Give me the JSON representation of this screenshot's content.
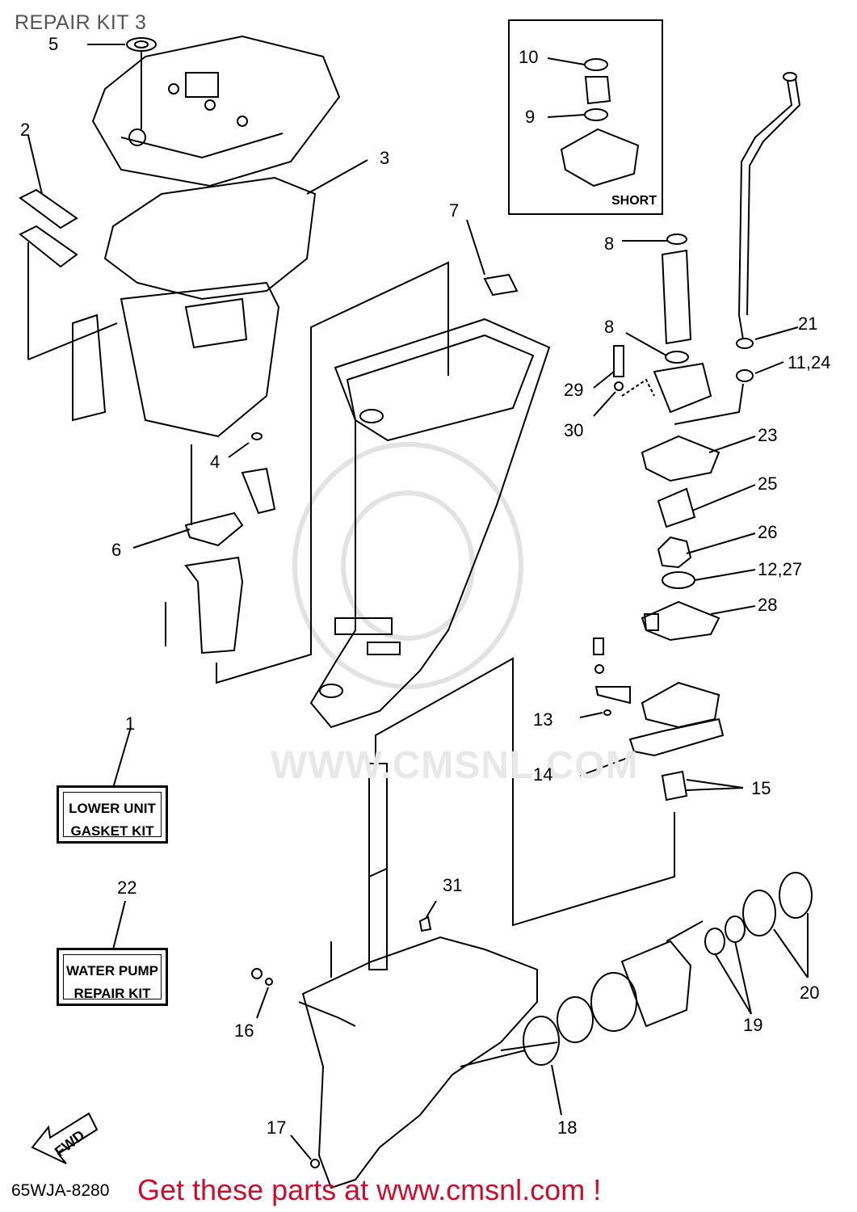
{
  "title": "REPAIR KIT 3",
  "footer": {
    "code": "65WJA-8280",
    "cta": "Get these parts at www.cmsnl.com !"
  },
  "inset": {
    "label": "SHORT"
  },
  "kits": {
    "lower_unit_line1": "LOWER UNIT",
    "lower_unit_line2": "GASKET KIT",
    "water_pump_line1": "WATER PUMP",
    "water_pump_line2": "REPAIR KIT"
  },
  "fwd": "FWD",
  "watermark": "WWW.CMSNL.COM",
  "callouts": {
    "c1": "1",
    "c2": "2",
    "c3": "3",
    "c4": "4",
    "c5": "5",
    "c6": "6",
    "c7": "7",
    "c8a": "8",
    "c8b": "8",
    "c9": "9",
    "c10": "10",
    "c11_24": "11,24",
    "c12_27": "12,27",
    "c13": "13",
    "c14": "14",
    "c15": "15",
    "c16": "16",
    "c17": "17",
    "c18": "18",
    "c19": "19",
    "c20": "20",
    "c21": "21",
    "c22": "22",
    "c23": "23",
    "c25": "25",
    "c26": "26",
    "c28": "28",
    "c29": "29",
    "c30": "30",
    "c31": "31"
  }
}
